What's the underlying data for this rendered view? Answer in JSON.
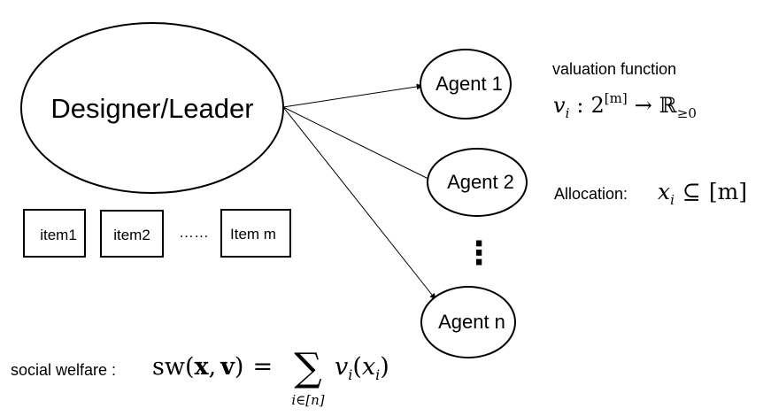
{
  "leader": {
    "label": "Designer/Leader"
  },
  "agents": [
    {
      "label": "Agent 1"
    },
    {
      "label": "Agent 2"
    },
    {
      "label": "Agent n"
    }
  ],
  "items": [
    {
      "label": "item1"
    },
    {
      "label": "item2"
    },
    {
      "label": "Item m"
    }
  ],
  "items_ellipsis": "……",
  "agents_ellipsis": "⋮",
  "valuation": {
    "label": "valuation function",
    "var": "v",
    "sub": "i",
    "colon": ":",
    "base": "2",
    "exp": "[m]",
    "arrow": "→",
    "set": "ℝ",
    "set_sub": "≥0"
  },
  "allocation": {
    "label": "Allocation:",
    "var": "x",
    "sub": "i",
    "rel": "⊆",
    "set": "[m]"
  },
  "welfare": {
    "label": "social welfare :",
    "lhs": "sw(",
    "x": "x",
    "comma": ",",
    "v": "v",
    "close": ")",
    "eq": "=",
    "sum": "∑",
    "sum_index": "i∈[n]",
    "term_v": "v",
    "term_v_sub": "i",
    "term_open": "(",
    "term_x": "x",
    "term_x_sub": "i",
    "term_close": ")"
  },
  "colors": {
    "stroke": "#000000",
    "background": "#ffffff"
  }
}
